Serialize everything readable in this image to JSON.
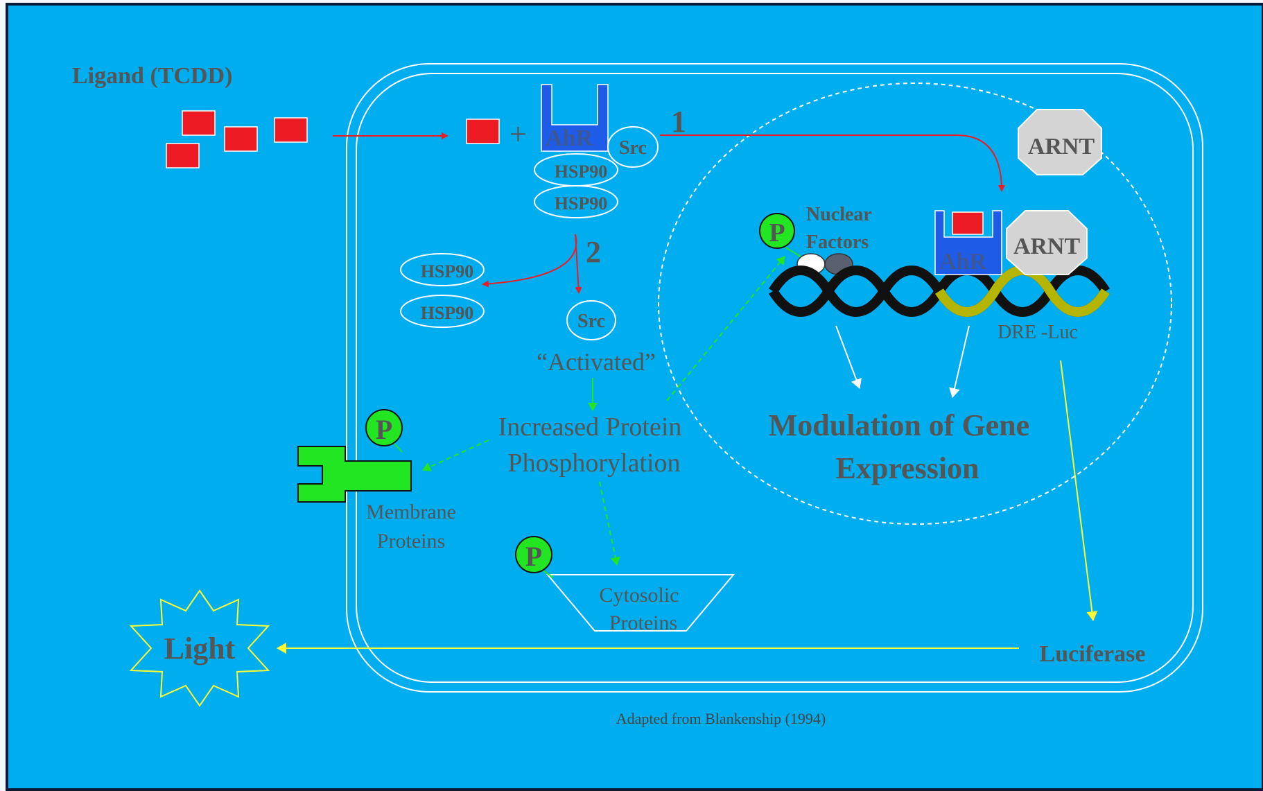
{
  "colors": {
    "background": "#00AEEF",
    "frame": "#0a1a3a",
    "label_gray": "#555555",
    "ligand_red": "#ED1C24",
    "ahr_blue": "#1E5BE6",
    "arnt_gray": "#D4D4D4",
    "phospho_green": "#22E622",
    "signal_yellow": "#FFFF33",
    "dna_black": "#111111",
    "dna_olive": "#B5B500",
    "white": "#FFFFFF"
  },
  "labels": {
    "ligand": "Ligand (TCDD)",
    "plus": "+",
    "ahr": "AhR",
    "src": "Src",
    "hsp90": "HSP90",
    "arnt": "ARNT",
    "step1": "1",
    "step2": "2",
    "activated": "“Activated”",
    "increased_line1": "Increased Protein",
    "increased_line2": "Phosphorylation",
    "phospho": "P",
    "nuclear_line1": "Nuclear",
    "nuclear_line2": "Factors",
    "dre_luc": "DRE -Luc",
    "modulation_line1": "Modulation of Gene",
    "modulation_line2": "Expression",
    "membrane_line1": "Membrane",
    "membrane_line2": "Proteins",
    "cytosolic_line1": "Cytosolic",
    "cytosolic_line2": "Proteins",
    "light": "Light",
    "luciferase": "Luciferase",
    "credit": "Adapted from Blankenship (1994)"
  }
}
